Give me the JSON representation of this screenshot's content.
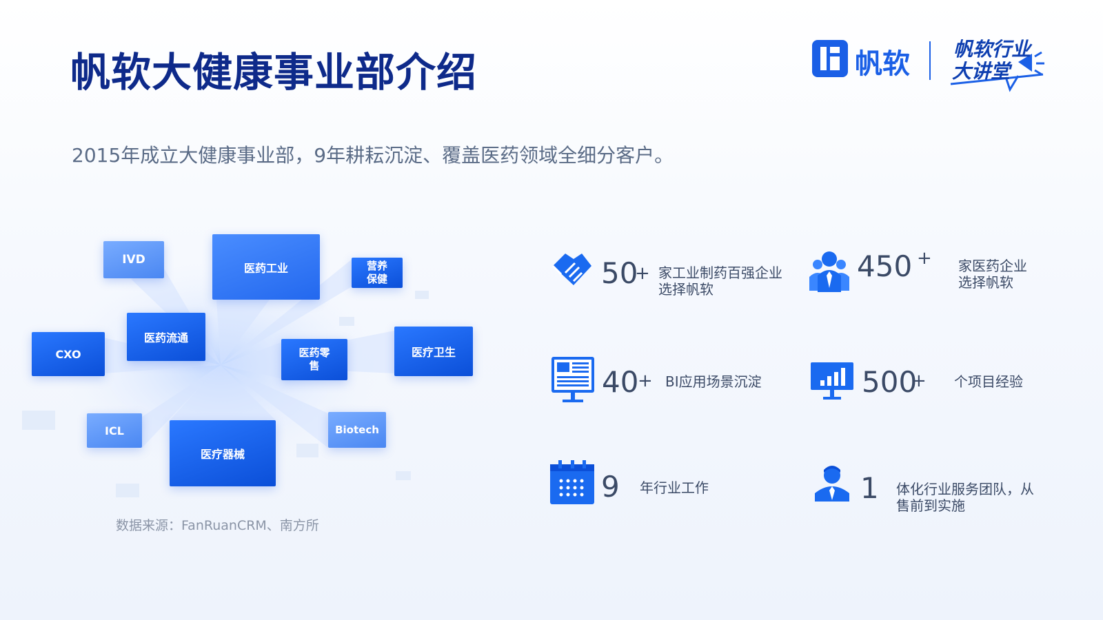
{
  "header": {
    "title": "帆软大健康事业部介绍",
    "subtitle": "2015年成立大健康事业部，9年耕耘沉淀、覆盖医药领域全细分客户。"
  },
  "logo": {
    "brand": "帆软",
    "badge_line1": "帆软行业",
    "badge_line2": "大讲堂",
    "brand_color": "#1a5fe6"
  },
  "diagram": {
    "nodes": [
      {
        "label": "IVD"
      },
      {
        "label": "医药工业"
      },
      {
        "label_line1": "营养",
        "label_line2": "保健"
      },
      {
        "label": "医药流通"
      },
      {
        "label": "CXO"
      },
      {
        "label_line1": "医药零",
        "label_line2": "售"
      },
      {
        "label": "医疗卫生"
      },
      {
        "label": "ICL"
      },
      {
        "label": "医疗器械"
      },
      {
        "label": "Biotech"
      }
    ],
    "source": "数据来源：FanRuanCRM、南方所"
  },
  "stats": [
    {
      "icon": "handshake-icon",
      "number": "50",
      "plus": "+",
      "desc_line1": "家工业制药百强企业",
      "desc_line2": "选择帆软"
    },
    {
      "icon": "team-icon",
      "number": "450",
      "plus": "+",
      "desc_line1": "家医药企业",
      "desc_line2": "选择帆软"
    },
    {
      "icon": "dashboard-monitor-icon",
      "number": "40",
      "plus": "+",
      "desc_line1": "BI应用场景沉淀"
    },
    {
      "icon": "bar-chart-monitor-icon",
      "number": "500",
      "plus": "+",
      "desc_line1": "个项目经验"
    },
    {
      "icon": "calendar-icon",
      "number": "9",
      "desc_line1": "年行业工作"
    },
    {
      "icon": "person-icon",
      "number": "1",
      "desc_line1": "体化行业服务团队，从",
      "desc_line2": "售前到实施"
    }
  ],
  "colors": {
    "title": "#0e2a8a",
    "accent": "#1a5fe6",
    "text": "#3b4a66"
  }
}
